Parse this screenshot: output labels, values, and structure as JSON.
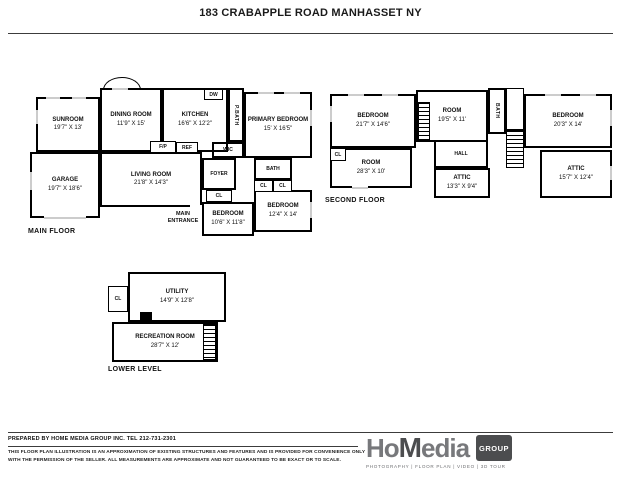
{
  "title": "183 CRABAPPLE ROAD MANHASSET NY",
  "floors": {
    "main": {
      "label": "MAIN FLOOR",
      "rooms": {
        "sunroom": {
          "name": "SUNROOM",
          "dims": "19'7\" X 13'"
        },
        "dining": {
          "name": "DINING ROOM",
          "dims": "11'9\" X 15'"
        },
        "kitchen": {
          "name": "KITCHEN",
          "dims": "16'6\" X 12'2\""
        },
        "primary": {
          "name": "PRIMARY BEDROOM",
          "dims": "15' X 16'5\""
        },
        "living": {
          "name": "LIVING ROOM",
          "dims": "21'8\" X 14'3\""
        },
        "garage": {
          "name": "GARAGE",
          "dims": "19'7\" X 18'6\""
        },
        "bedroom_a": {
          "name": "BEDROOM",
          "dims": "10'6\" X 11'8\""
        },
        "bedroom_b": {
          "name": "BEDROOM",
          "dims": "12'4\" X 14'"
        }
      },
      "labels": {
        "foyer": "FOYER",
        "wic": "WIC",
        "pbath": "P.BATH",
        "bath": "BATH",
        "dw": "DW",
        "ref": "REF",
        "fp": "F/P",
        "cl": "CL",
        "entrance": "MAIN ENTRANCE"
      }
    },
    "second": {
      "label": "SECOND FLOOR",
      "rooms": {
        "bedroom_a": {
          "name": "BEDROOM",
          "dims": "21'7\" X 14'6\""
        },
        "room_a": {
          "name": "ROOM",
          "dims": "19'5\" X 11'"
        },
        "bedroom_b": {
          "name": "BEDROOM",
          "dims": "20'3\" X 14'"
        },
        "room_b": {
          "name": "ROOM",
          "dims": "28'3\" X 10'"
        },
        "attic_a": {
          "name": "ATTIC",
          "dims": "13'3\" X 9'4\""
        },
        "attic_b": {
          "name": "ATTIC",
          "dims": "15'7\" X 12'4\""
        }
      },
      "labels": {
        "hall": "HALL",
        "bath": "BATH",
        "cl": "CL"
      }
    },
    "lower": {
      "label": "LOWER LEVEL",
      "rooms": {
        "utility": {
          "name": "UTILITY",
          "dims": "14'9\" X 12'8\""
        },
        "recreation": {
          "name": "RECREATION ROOM",
          "dims": "28'7\" X 12'"
        }
      },
      "labels": {
        "cl": "CL"
      }
    }
  },
  "footer": {
    "prepared_by": "PREPARED BY  HOME MEDIA GROUP INC.  TEL 212-731-2301",
    "disclaimer_line1": "THIS FLOOR PLAN ILLUSTRATION IS AN APPROXIMATION OF EXISTING STRUCTURES AND FEATURES AND IS PROVIDED FOR CONVENIENCE ONLY",
    "disclaimer_line2": "WITH THE PERMISSION OF THE SELLER. ALL MEASUREMENTS ARE APPROXIMATE AND NOT GUARANTEED TO BE EXACT OR TO SCALE."
  },
  "logo": {
    "part1": "Ho",
    "part2": "M",
    "part3": "edia",
    "badge": "GROUP",
    "tagline": "PHOTOGRAPHY | FLOOR PLAN | VIDEO | 3D TOUR"
  }
}
